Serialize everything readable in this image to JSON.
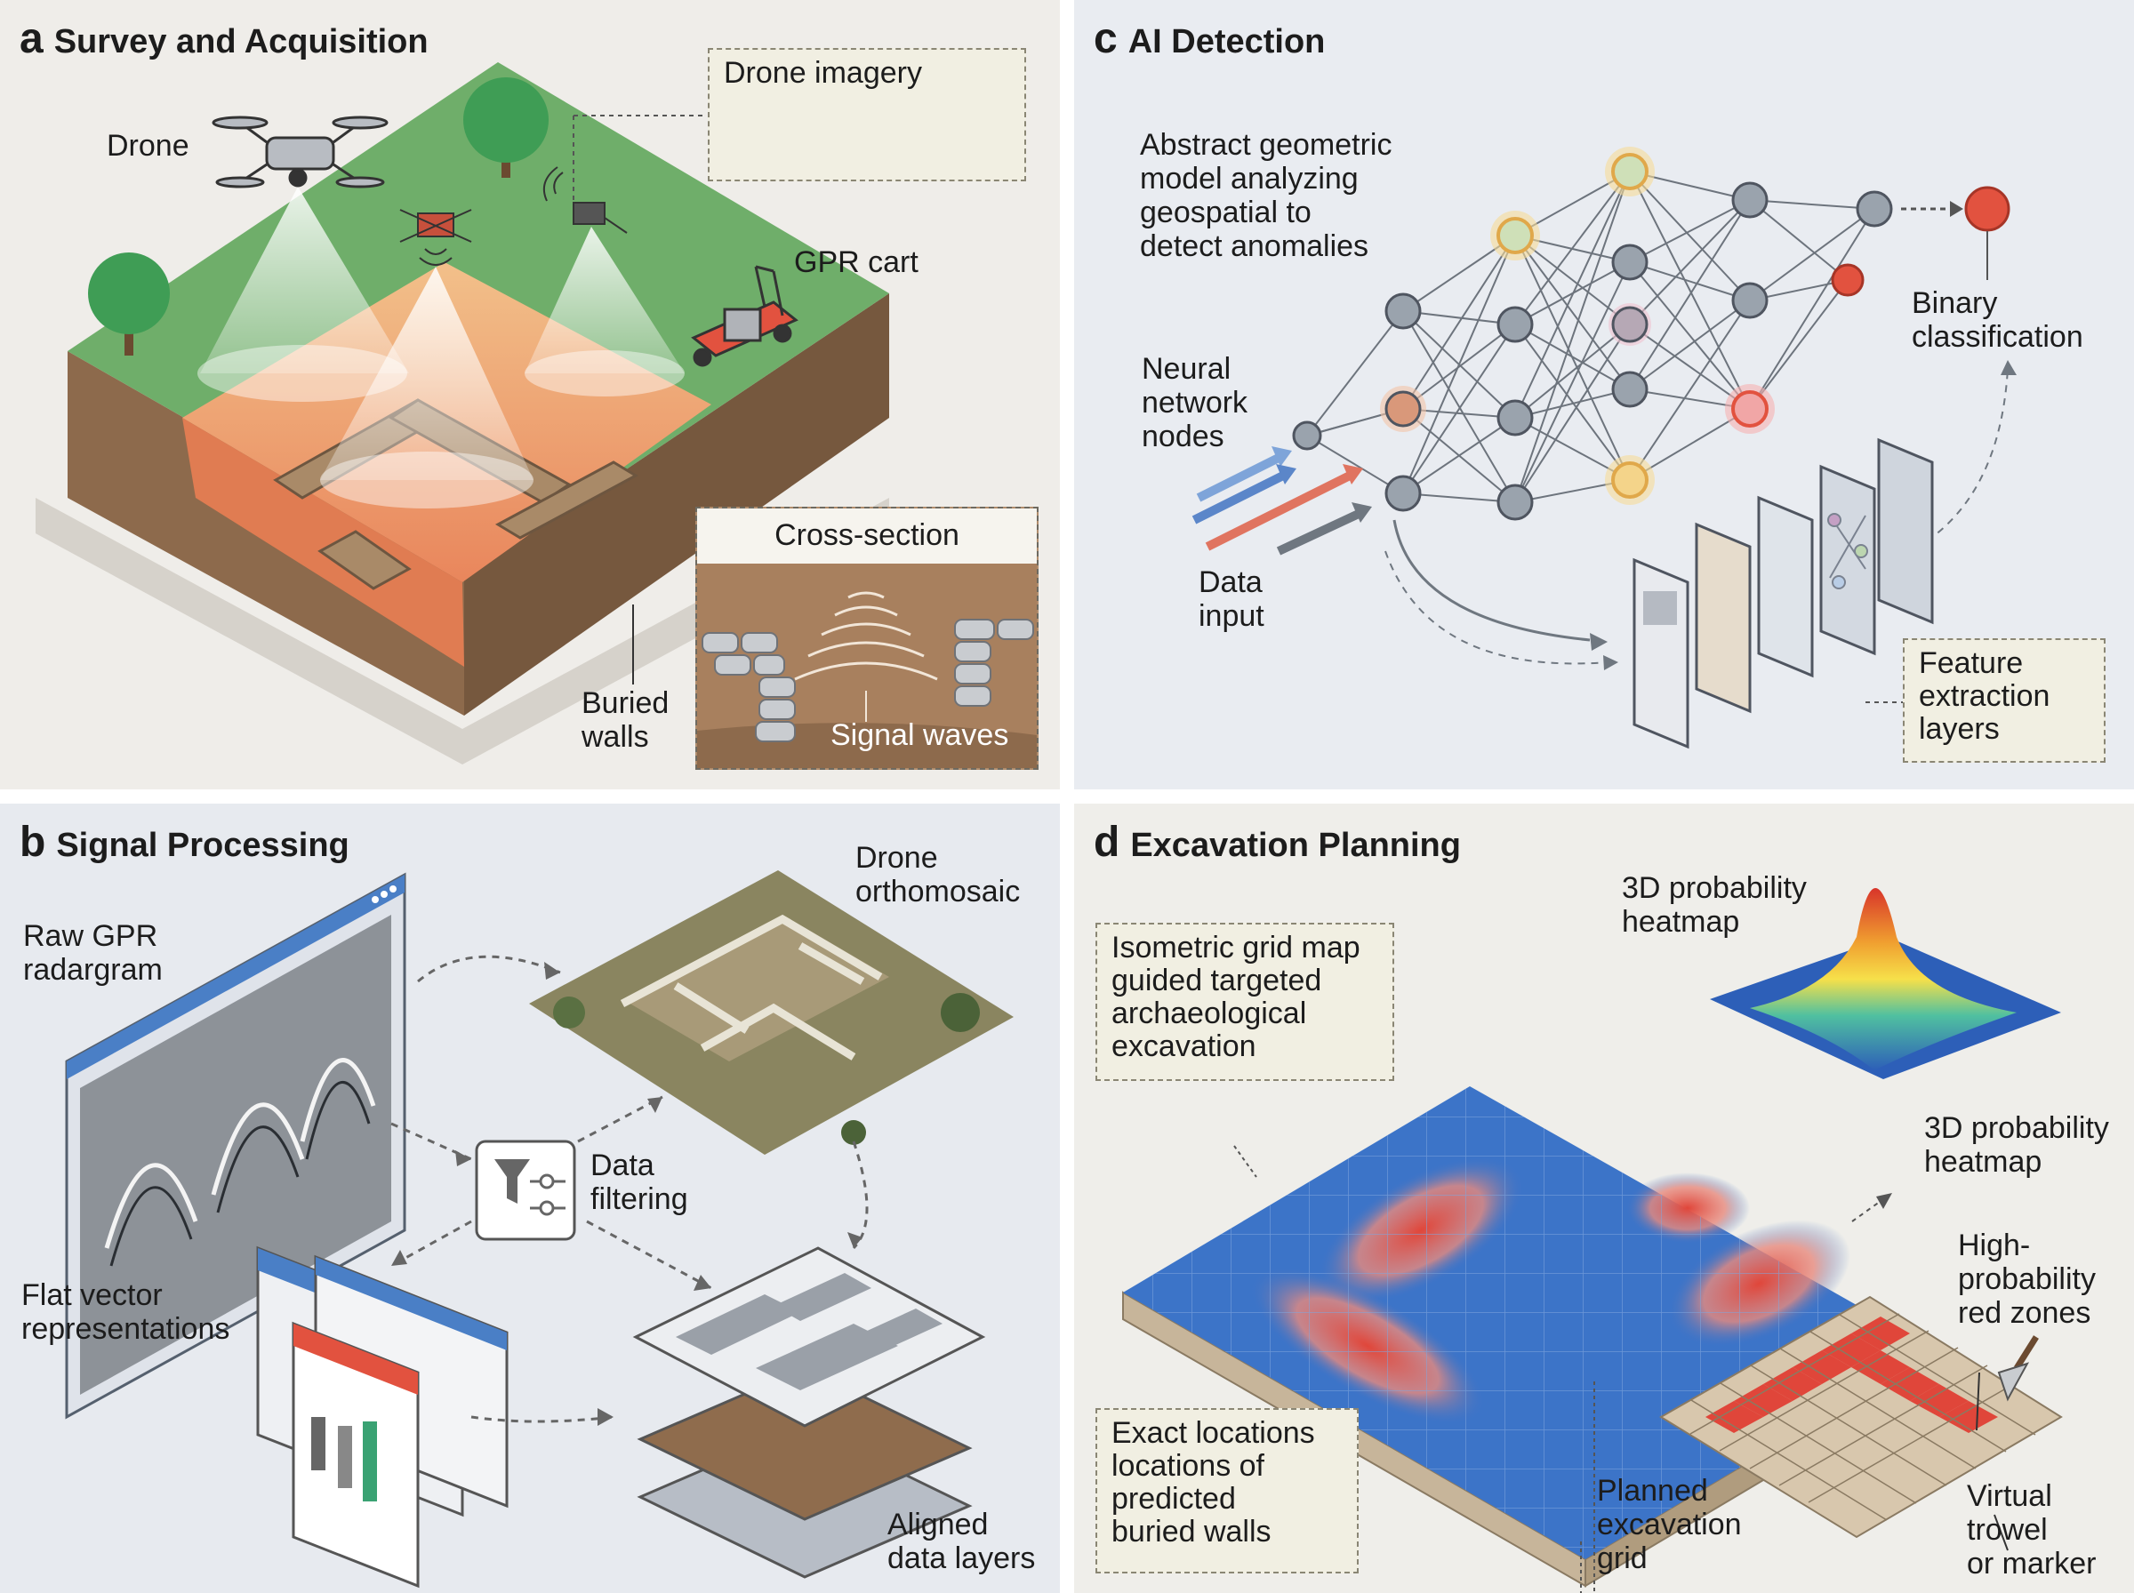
{
  "panels": {
    "a": {
      "letter": "a",
      "title": "Survey and Acquisition",
      "labels": {
        "drone": "Drone",
        "drone_imagery": "Drone imagery",
        "gpr_cart": "GPR cart",
        "cross_section": "Cross-section",
        "buried_walls": "Buried\nwalls",
        "signal_waves": "Signal waves"
      }
    },
    "b": {
      "letter": "b",
      "title": "Signal Processing",
      "labels": {
        "raw_gpr": "Raw GPR\nradargram",
        "drone_orthomosaic": "Drone\northomosaic",
        "data_filtering": "Data\nfiltering",
        "flat_vector": "Flat vector\nrepresentations",
        "aligned_layers": "Aligned\ndata layers"
      }
    },
    "c": {
      "letter": "c",
      "title": "AI Detection",
      "labels": {
        "abstract_model": "Abstract geometric\nmodel analyzing\ngeospatial to\ndetect anomalies",
        "nn_nodes": "Neural\nnetwork\nnodes",
        "data_input": "Data\ninput",
        "binary_classification": "Binary\nclassification",
        "feature_extraction": "Feature\nextraction\nlayers"
      }
    },
    "d": {
      "letter": "d",
      "title": "Excavation Planning",
      "labels": {
        "prob_heatmap_top": "3D probability\nheatmap",
        "prob_heatmap_side": "3D probability\nheatmap",
        "iso_grid": "Isometric grid map\nguided targeted\narchaeological\nexcavation",
        "exact_locations": "Exact locations\nlocations of\npredicted\nburied walls",
        "high_prob": "High-\nprobability\nred zones",
        "planned_grid": "Planned\nexcavation\ngrid",
        "virtual_trowel": "Virtual\ntrowel\nor marker"
      }
    }
  },
  "colors": {
    "grass": "#6fae6a",
    "soil": "#8a6a4e",
    "heat_red": "#e0463a",
    "grid_blue": "#3c74c8",
    "node_gray": "#9aa3ad",
    "accent_red": "#e2523f"
  }
}
